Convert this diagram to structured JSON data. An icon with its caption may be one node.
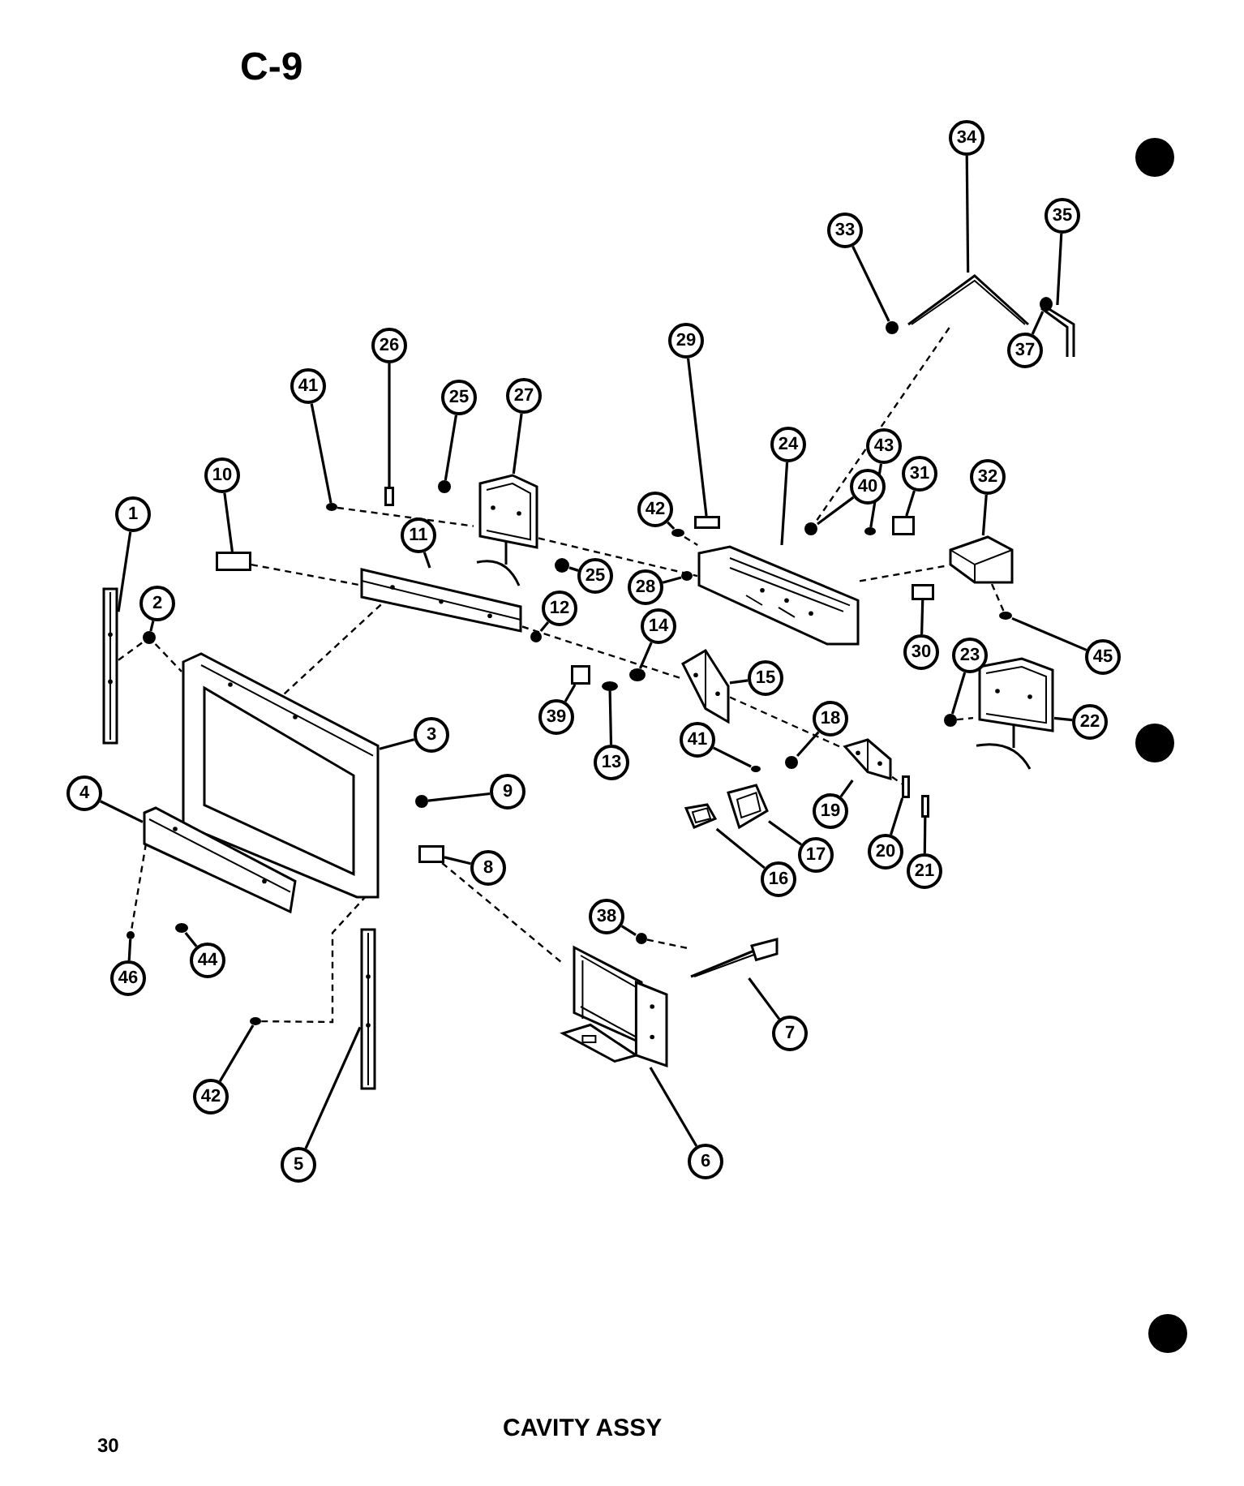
{
  "diagram": {
    "title": "C-9",
    "caption": "CAVITY ASSY",
    "nodes": [
      {
        "text": [
          "34"
        ]
      },
      {
        "text": [],
        "shape": "picture"
      },
      {
        "text": [
          "35"
        ]
      },
      {
        "text": [],
        "shape": "picture"
      },
      {
        "text": [
          "33"
        ]
      },
      {
        "text": [],
        "shape": "circle"
      },
      {
        "text": [
          "37"
        ]
      },
      {
        "text": [],
        "shape": "circle"
      },
      {
        "text": [
          "29"
        ]
      },
      {
        "text": [],
        "shape": "box"
      },
      {
        "text": [
          "26"
        ]
      },
      {
        "text": [],
        "shape": "box"
      },
      {
        "text": [
          "41"
        ]
      },
      {
        "text": [],
        "shape": "circle"
      },
      {
        "text": [
          "25"
        ]
      },
      {
        "text": [],
        "shape": "circle"
      },
      {
        "text": [
          "27"
        ]
      },
      {
        "text": [],
        "shape": "picture"
      },
      {
        "text": [
          "25"
        ]
      },
      {
        "text": [],
        "shape": "circle"
      },
      {
        "text": [
          "42"
        ]
      },
      {
        "text": [],
        "shape": "circle"
      },
      {
        "text": [
          "24"
        ]
      },
      {
        "text": [],
        "shape": "picture"
      },
      {
        "text": [
          "40"
        ]
      },
      {
        "text": [],
        "shape": "circle"
      },
      {
        "text": [
          "43"
        ]
      },
      {
        "text": [],
        "shape": "circle"
      },
      {
        "text": [
          "31"
        ]
      },
      {
        "text": [],
        "shape": "box"
      },
      {
        "text": [
          "32"
        ]
      },
      {
        "text": [],
        "shape": "picture"
      },
      {
        "text": [
          "28"
        ]
      },
      {
        "text": [],
        "shape": "circle"
      },
      {
        "text": [
          "10"
        ]
      },
      {
        "text": [],
        "shape": "box"
      },
      {
        "text": [
          "11"
        ]
      },
      {
        "text": [],
        "shape": "picture"
      },
      {
        "text": [
          "12"
        ]
      },
      {
        "text": [],
        "shape": "circle"
      },
      {
        "text": [
          "1"
        ]
      },
      {
        "text": [],
        "shape": "picture"
      },
      {
        "text": [
          "2"
        ]
      },
      {
        "text": [],
        "shape": "circle"
      },
      {
        "text": [
          "3"
        ]
      },
      {
        "text": [],
        "shape": "picture"
      },
      {
        "text": [
          "39"
        ]
      },
      {
        "text": [],
        "shape": "box"
      },
      {
        "text": [
          "13"
        ]
      },
      {
        "text": [],
        "shape": "circle"
      },
      {
        "text": [
          "14"
        ]
      },
      {
        "text": [],
        "shape": "circle"
      },
      {
        "text": [
          "15"
        ]
      },
      {
        "text": [],
        "shape": "picture"
      },
      {
        "text": [
          "41"
        ]
      },
      {
        "text": [],
        "shape": "circle"
      },
      {
        "text": [
          "18"
        ]
      },
      {
        "text": [],
        "shape": "circle"
      },
      {
        "text": [
          "19"
        ]
      },
      {
        "text": [],
        "shape": "picture"
      },
      {
        "text": [
          "30"
        ]
      },
      {
        "text": [],
        "shape": "box"
      },
      {
        "text": [
          "23"
        ]
      },
      {
        "text": [],
        "shape": "circle"
      },
      {
        "text": [
          "22"
        ]
      },
      {
        "text": [],
        "shape": "picture"
      },
      {
        "text": [
          "45"
        ]
      },
      {
        "text": [],
        "shape": "circle"
      },
      {
        "text": [
          "20"
        ]
      },
      {
        "text": [],
        "shape": "box"
      },
      {
        "text": [
          "21"
        ]
      },
      {
        "text": [],
        "shape": "box"
      },
      {
        "text": [
          "17"
        ]
      },
      {
        "text": [],
        "shape": "picture"
      },
      {
        "text": [
          "16"
        ]
      },
      {
        "text": [],
        "shape": "picture"
      },
      {
        "text": [
          "9"
        ]
      },
      {
        "text": [],
        "shape": "circle"
      },
      {
        "text": [
          "8"
        ]
      },
      {
        "text": [],
        "shape": "box"
      },
      {
        "text": [
          "4"
        ]
      },
      {
        "text": [],
        "shape": "picture"
      },
      {
        "text": [
          "44"
        ]
      },
      {
        "text": [],
        "shape": "circle"
      },
      {
        "text": [
          "46"
        ]
      },
      {
        "text": [],
        "shape": "circle"
      },
      {
        "text": [
          "42"
        ]
      },
      {
        "text": [],
        "shape": "circle"
      },
      {
        "text": [
          "5"
        ]
      },
      {
        "text": [],
        "shape": "picture"
      },
      {
        "text": [
          "38"
        ]
      },
      {
        "text": [],
        "shape": "circle"
      },
      {
        "text": [
          "7"
        ]
      },
      {
        "text": [],
        "shape": "picture"
      },
      {
        "text": [
          "6"
        ]
      },
      {
        "text": [],
        "shape": "picture"
      }
    ],
    "edges": [
      {
        "from": 0,
        "to": 1,
        "arrow": "none"
      },
      {
        "from": 2,
        "to": 3,
        "arrow": "none"
      },
      {
        "from": 4,
        "to": 5,
        "arrow": "none"
      },
      {
        "from": 6,
        "to": 7,
        "arrow": "none"
      },
      {
        "from": 8,
        "to": 9,
        "arrow": "none"
      },
      {
        "from": 10,
        "to": 11,
        "arrow": "none"
      },
      {
        "from": 12,
        "to": 13,
        "arrow": "none"
      },
      {
        "from": 14,
        "to": 15,
        "arrow": "none"
      },
      {
        "from": 16,
        "to": 17,
        "arrow": "none"
      },
      {
        "from": 18,
        "to": 19,
        "arrow": "none"
      },
      {
        "from": 20,
        "to": 21,
        "arrow": "none"
      },
      {
        "from": 22,
        "to": 23,
        "arrow": "none"
      },
      {
        "from": 24,
        "to": 25,
        "arrow": "none"
      },
      {
        "from": 26,
        "to": 27,
        "arrow": "none"
      },
      {
        "from": 28,
        "to": 29,
        "arrow": "none"
      },
      {
        "from": 30,
        "to": 31,
        "arrow": "none"
      },
      {
        "from": 32,
        "to": 33,
        "arrow": "none"
      },
      {
        "from": 34,
        "to": 35,
        "arrow": "none"
      },
      {
        "from": 36,
        "to": 37,
        "arrow": "none"
      },
      {
        "from": 38,
        "to": 39,
        "arrow": "none"
      },
      {
        "from": 40,
        "to": 41,
        "arrow": "none"
      },
      {
        "from": 42,
        "to": 43,
        "arrow": "none"
      },
      {
        "from": 44,
        "to": 45,
        "arrow": "none"
      },
      {
        "from": 46,
        "to": 47,
        "arrow": "none"
      },
      {
        "from": 48,
        "to": 49,
        "arrow": "none"
      },
      {
        "from": 50,
        "to": 51,
        "arrow": "none"
      },
      {
        "from": 52,
        "to": 53,
        "arrow": "none"
      },
      {
        "from": 54,
        "to": 55,
        "arrow": "none"
      },
      {
        "from": 56,
        "to": 57,
        "arrow": "none"
      },
      {
        "from": 58,
        "to": 59,
        "arrow": "none"
      },
      {
        "from": 60,
        "to": 61,
        "arrow": "none"
      },
      {
        "from": 62,
        "to": 63,
        "arrow": "none"
      },
      {
        "from": 64,
        "to": 65,
        "arrow": "none"
      },
      {
        "from": 66,
        "to": 67,
        "arrow": "none"
      },
      {
        "from": 68,
        "to": 69,
        "arrow": "none"
      },
      {
        "from": 70,
        "to": 71,
        "arrow": "none"
      },
      {
        "from": 72,
        "to": 73,
        "arrow": "none"
      },
      {
        "from": 74,
        "to": 75,
        "arrow": "none"
      },
      {
        "from": 76,
        "to": 77,
        "arrow": "none"
      },
      {
        "from": 78,
        "to": 79,
        "arrow": "none"
      },
      {
        "from": 80,
        "to": 81,
        "arrow": "none"
      },
      {
        "from": 82,
        "to": 83,
        "arrow": "none"
      },
      {
        "from": 84,
        "to": 85,
        "arrow": "none"
      },
      {
        "from": 86,
        "to": 87,
        "arrow": "none"
      },
      {
        "from": 88,
        "to": 89,
        "arrow": "none"
      },
      {
        "from": 90,
        "to": 91,
        "arrow": "none"
      },
      {
        "from": 92,
        "to": 93,
        "arrow": "none"
      },
      {
        "from": 94,
        "to": 95,
        "arrow": "none"
      },
      {
        "from": 41,
        "to": 43,
        "arrow": "none",
        "style": "dashed"
      },
      {
        "from": 43,
        "to": 45,
        "arrow": "none",
        "style": "dashed"
      },
      {
        "from": 35,
        "to": 37,
        "arrow": "none",
        "style": "dashed"
      },
      {
        "from": 37,
        "to": 45,
        "arrow": "none",
        "style": "dashed"
      },
      {
        "from": 13,
        "to": 17,
        "arrow": "none",
        "style": "dashed"
      },
      {
        "from": 17,
        "to": 23,
        "arrow": "none",
        "style": "dashed"
      },
      {
        "from": 21,
        "to": 23,
        "arrow": "none",
        "style": "dashed"
      },
      {
        "from": 1,
        "to": 25,
        "arrow": "none",
        "style": "dashed"
      },
      {
        "from": 23,
        "to": 31,
        "arrow": "none",
        "style": "dashed"
      },
      {
        "from": 37,
        "to": 53,
        "arrow": "none",
        "style": "dashed"
      },
      {
        "from": 53,
        "to": 59,
        "arrow": "none",
        "style": "dashed"
      },
      {
        "from": 45,
        "to": 81,
        "arrow": "none",
        "style": "dashed"
      },
      {
        "from": 81,
        "to": 85,
        "arrow": "none",
        "style": "dashed"
      },
      {
        "from": 45,
        "to": 87,
        "arrow": "none",
        "style": "dashed"
      },
      {
        "from": 79,
        "to": 95,
        "arrow": "none",
        "style": "dashed"
      },
      {
        "from": 91,
        "to": 93,
        "arrow": "none",
        "style": "dashed"
      },
      {
        "from": 63,
        "to": 65,
        "arrow": "none",
        "style": "dashed"
      },
      {
        "from": 59,
        "to": 69,
        "arrow": "none",
        "style": "dashed"
      },
      {
        "from": 31,
        "to": 67,
        "arrow": "none",
        "style": "dashed"
      }
    ],
    "labels": [
      "30"
    ]
  }
}
